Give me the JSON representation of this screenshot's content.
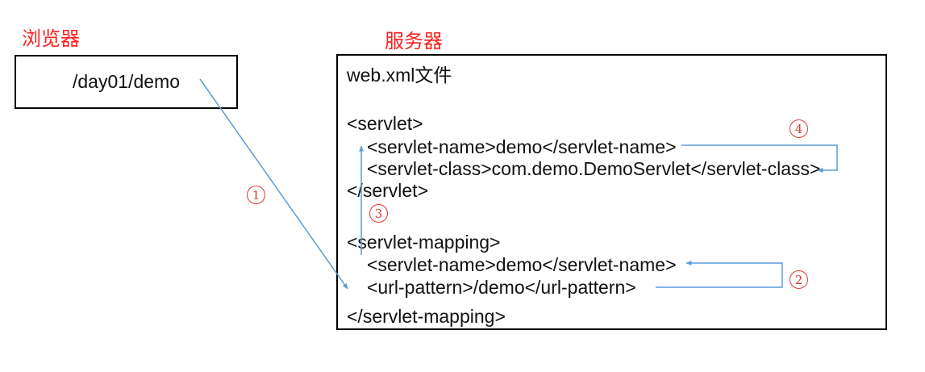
{
  "diagram": {
    "browser": {
      "label": "浏览器",
      "request_path": "/day01/demo"
    },
    "server": {
      "label": "服务器",
      "file_title": "web.xml文件",
      "code_lines": [
        {
          "text": "<servlet>",
          "indent": false
        },
        {
          "text": "<servlet-name>demo</servlet-name>",
          "indent": true
        },
        {
          "text": "<servlet-class>com.demo.DemoServlet</servlet-class>",
          "indent": true
        },
        {
          "text": "</servlet>",
          "indent": false
        },
        {
          "text": "<servlet-mapping>",
          "indent": false
        },
        {
          "text": "<servlet-name>demo</servlet-name>",
          "indent": true
        },
        {
          "text": "<url-pattern>/demo</url-pattern>",
          "indent": true
        },
        {
          "text": "</servlet-mapping>",
          "indent": false
        }
      ]
    },
    "steps": [
      {
        "label": "1",
        "meaning": "browser request to url-pattern"
      },
      {
        "label": "2",
        "meaning": "url-pattern to servlet-name in mapping"
      },
      {
        "label": "3",
        "meaning": "mapping servlet-name to servlet name"
      },
      {
        "label": "4",
        "meaning": "servlet-name to servlet-class"
      }
    ],
    "colors": {
      "arrow_blue": "#5b9bd5",
      "label_red": "#ff1f1f",
      "badge_red": "#e03a30",
      "border_black": "#000000"
    }
  }
}
